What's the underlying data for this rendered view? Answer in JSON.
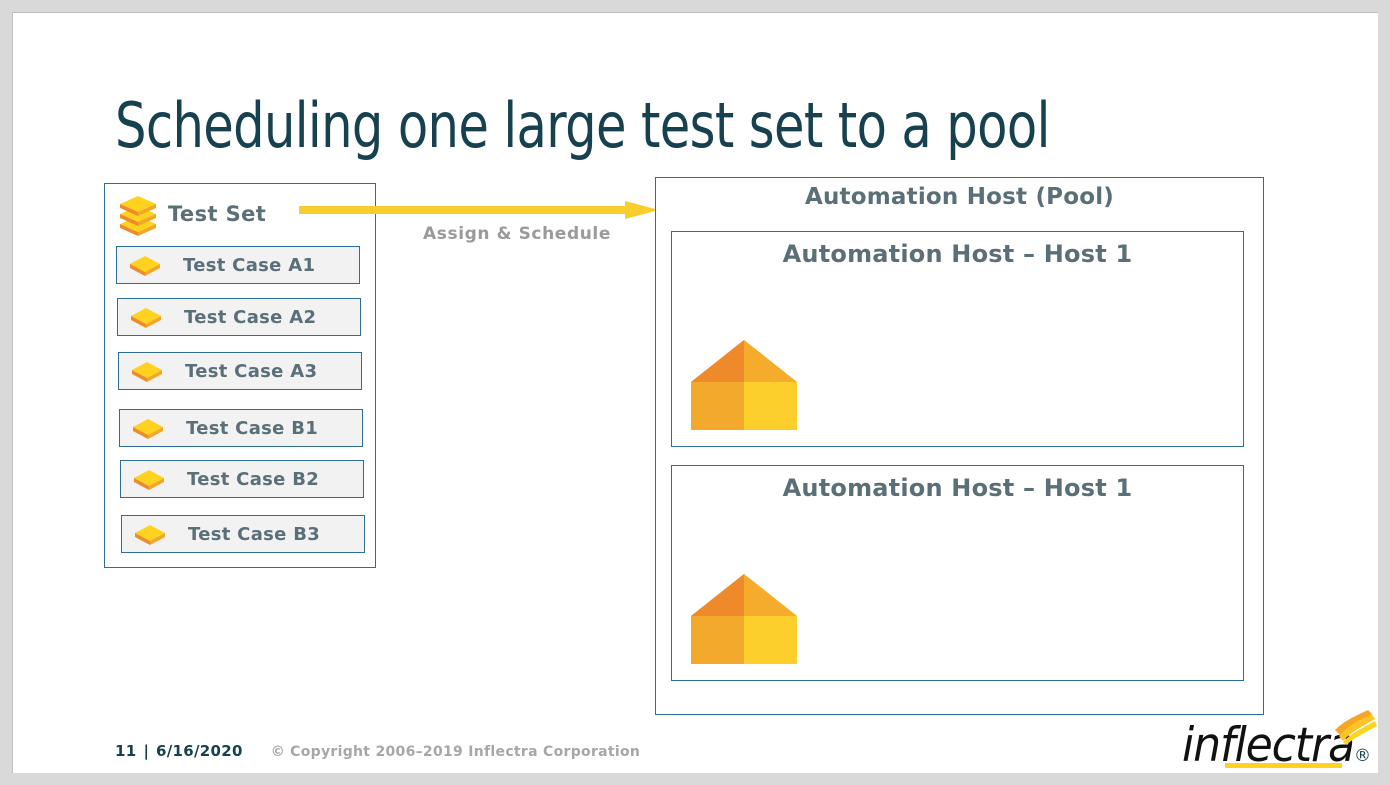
{
  "slide": {
    "title": "Scheduling one large test set to a pool",
    "title_color": "#17414f",
    "background": "#ffffff",
    "frame_color": "#d9d9d9"
  },
  "test_set": {
    "heading": "Test Set",
    "icon": "stacked-boxes-icon",
    "border_color": "#2f6d97",
    "row_fill": "#f2f2f2",
    "label_color": "#5b6f79",
    "cases": [
      {
        "label": "Test Case A1",
        "icon": "box-icon"
      },
      {
        "label": "Test Case A2",
        "icon": "box-icon"
      },
      {
        "label": "Test Case A3",
        "icon": "box-icon"
      },
      {
        "label": "Test Case B1",
        "icon": "box-icon"
      },
      {
        "label": "Test Case B2",
        "icon": "box-icon"
      },
      {
        "label": "Test Case B3",
        "icon": "box-icon"
      }
    ]
  },
  "connector": {
    "label": "Assign & Schedule",
    "label_color": "#9a9a9a",
    "arrow_color": "#f8ce2e",
    "icon": "right-arrow-icon"
  },
  "pool": {
    "title": "Automation Host (Pool)",
    "border_color": "#2f6d97",
    "title_color": "#5b6f79",
    "hosts": [
      {
        "title": "Automation Host – Host 1",
        "icon": "server-building-icon"
      },
      {
        "title": "Automation Host – Host 1",
        "icon": "server-building-icon"
      }
    ]
  },
  "icon_colors": {
    "box_top": "#ffd21f",
    "box_top_light": "#fcd02c",
    "box_side_dark": "#ef8a2a",
    "box_side_mid": "#f0a829",
    "building_upper_left": "#ef8a2a",
    "building_upper_right": "#f5ab2c",
    "building_lower_left": "#f2a92c",
    "building_lower_right": "#fccf2c"
  },
  "footer": {
    "page_number": "11",
    "separator": "|",
    "date": "6/16/2020",
    "copyright": "© Copyright 2006–2019 Inflectra Corporation",
    "page_color": "#17414f",
    "copyright_color": "#a7a7a7"
  },
  "logo": {
    "wordmark": "inflectra",
    "registered": "®",
    "accent_color": "#ffd21f",
    "text_color": "#111111",
    "reg_color": "#17414f",
    "mark": "wave-icon"
  }
}
